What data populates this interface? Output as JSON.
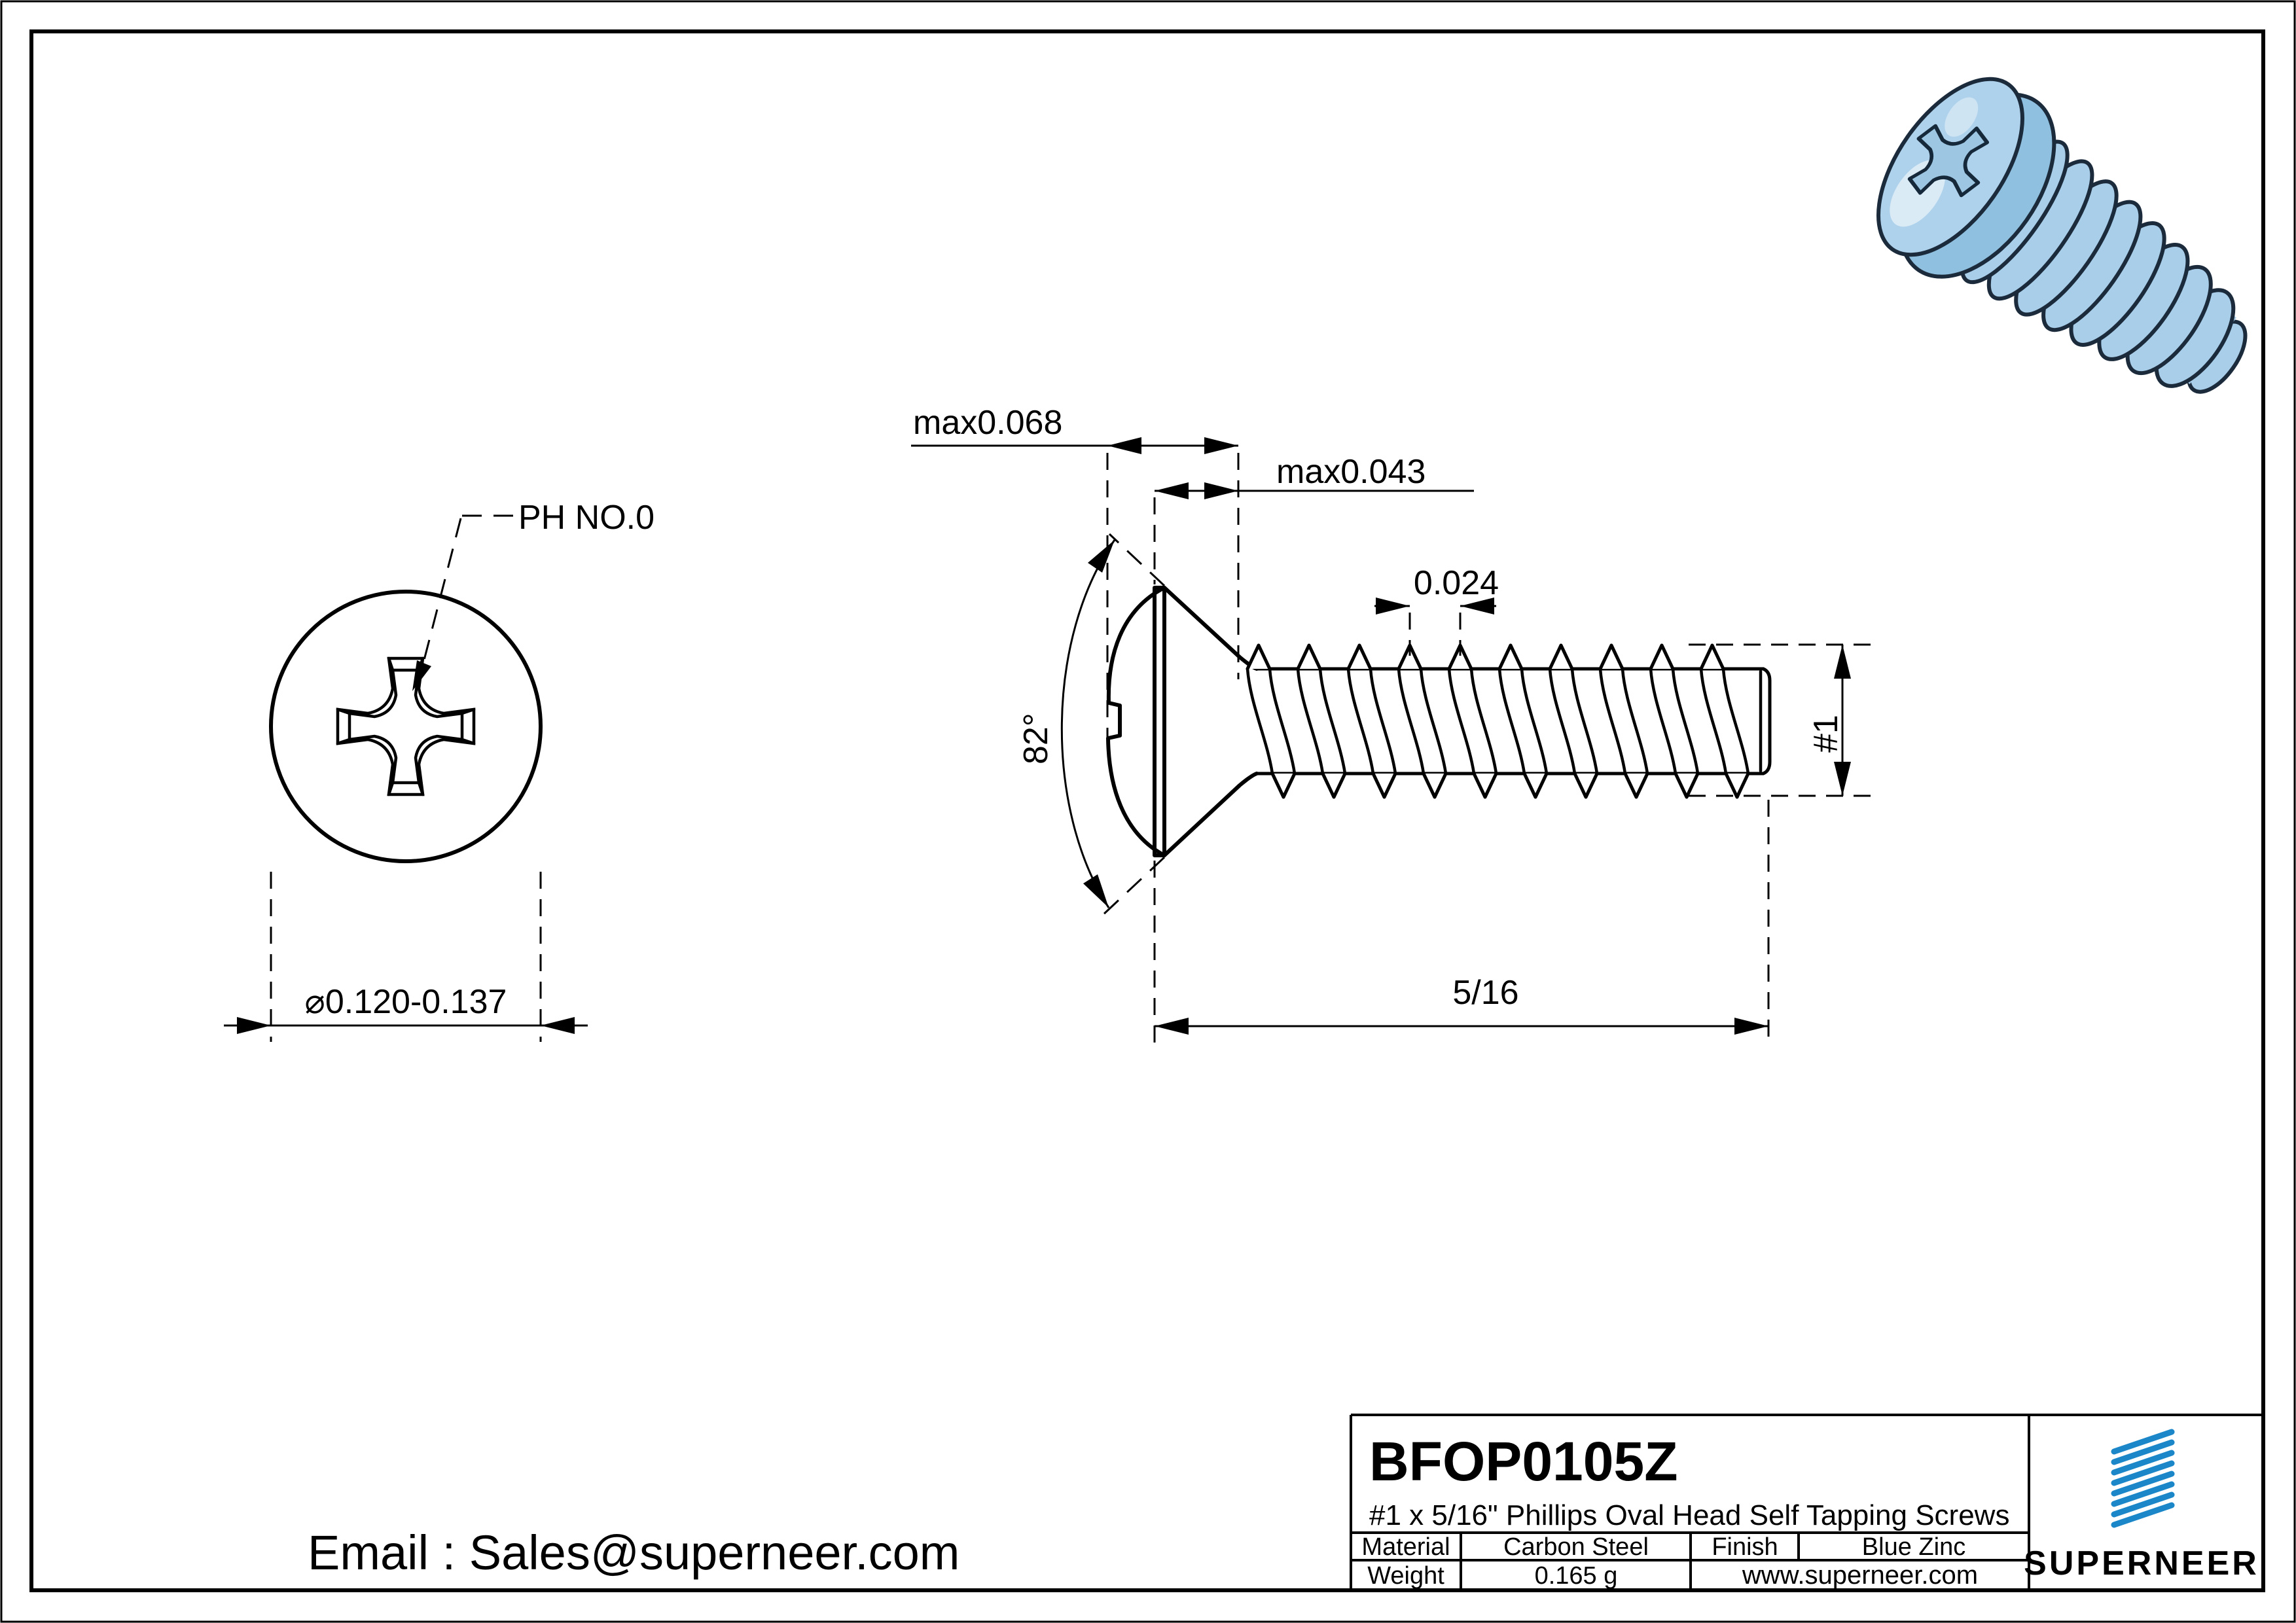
{
  "title_block": {
    "part_number": "BFOP0105Z",
    "description": "#1 x 5/16\" Phillips Oval Head Self Tapping Screws",
    "material_label": "Material",
    "material_value": "Carbon Steel",
    "finish_label": "Finish",
    "finish_value": "Blue Zinc",
    "weight_label": "Weight",
    "weight_value": "0.165 g",
    "website": "www.superneer.com",
    "brand_name": "SUPERNEER"
  },
  "footer": {
    "email": "Email : Sales@superneer.com"
  },
  "front_view": {
    "recess_label": "PH NO.0",
    "head_diameter": "⌀0.120-0.137"
  },
  "side_view": {
    "head_height_max": "max0.068",
    "countersink_max": "max0.043",
    "thread_pitch": "0.024",
    "head_angle": "82°",
    "thread_size": "#1",
    "length": "5/16"
  },
  "colors": {
    "accent_blue": "#1b87c9",
    "link_blue": "#1f8fd5",
    "screw_body_blue": "#a9cee9",
    "line_color": "#000000"
  }
}
